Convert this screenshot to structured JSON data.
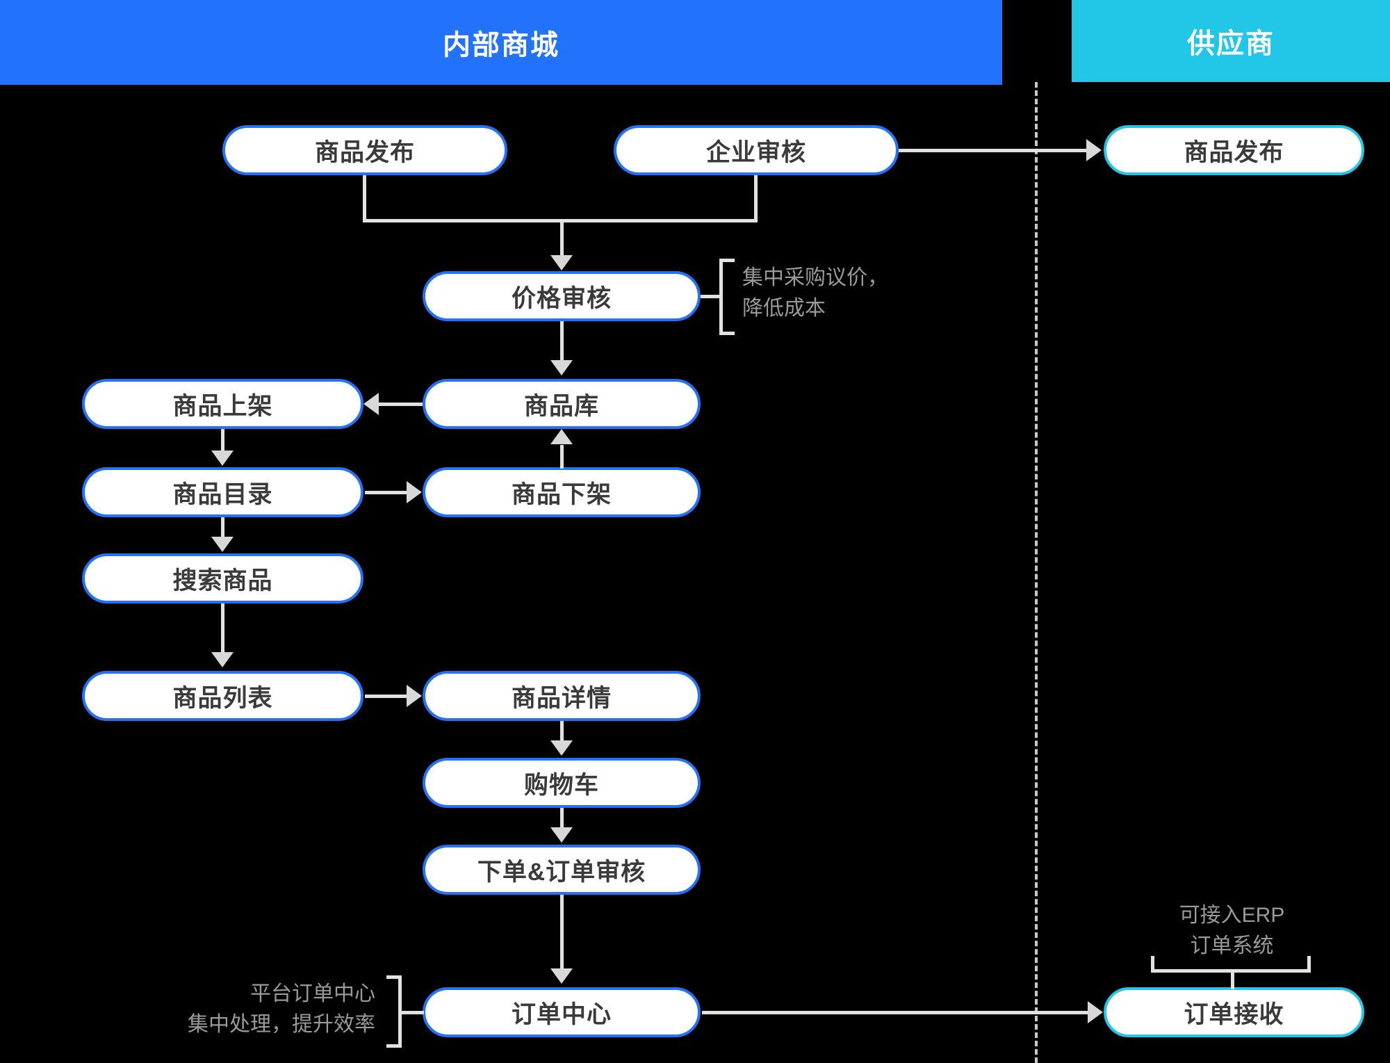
{
  "lanes": {
    "internal": {
      "title": "内部商城",
      "color": "#2272fb"
    },
    "supplier": {
      "title": "供应商",
      "color": "#22c7e8"
    }
  },
  "nodes": {
    "product_publish_internal": "商品发布",
    "enterprise_review": "企业审核",
    "product_publish_supplier": "商品发布",
    "price_review": "价格审核",
    "product_onshelf": "商品上架",
    "product_library": "商品库",
    "product_catalog": "商品目录",
    "product_offshelf": "商品下架",
    "search_product": "搜索商品",
    "product_list": "商品列表",
    "product_detail": "商品详情",
    "shopping_cart": "购物车",
    "place_order_review": "下单&订单审核",
    "order_center": "订单中心",
    "order_receive": "订单接收"
  },
  "annotations": {
    "price_note": "集中采购议价，\n降低成本",
    "order_center_note": "平台订单中心\n集中处理，提升效率",
    "erp_note": "可接入ERP\n订单系统"
  },
  "colors": {
    "background": "#000000",
    "internal_accent": "#2272fb",
    "supplier_accent": "#22c7e8",
    "node_fill": "#ffffff",
    "node_text": "#3a3a3a",
    "connector": "#e2e2e2",
    "annotation_text": "#9a9a9a"
  }
}
